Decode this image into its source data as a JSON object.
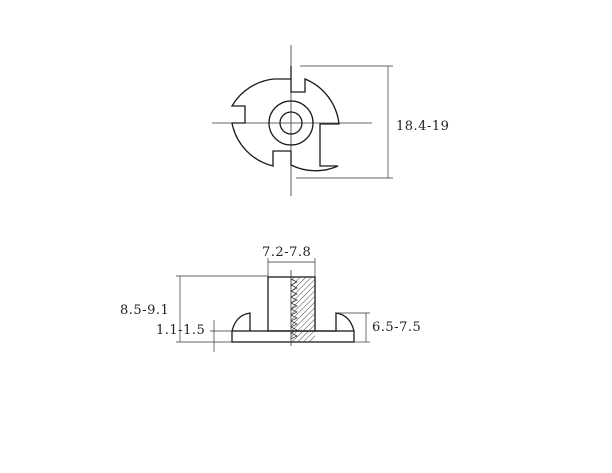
{
  "dimensions": {
    "flange_diameter": "18.4-19",
    "barrel_diameter": "7.2-7.8",
    "total_height": "8.5-9.1",
    "flange_thickness": "1.1-1.5",
    "prong_height": "6.5-7.5"
  }
}
